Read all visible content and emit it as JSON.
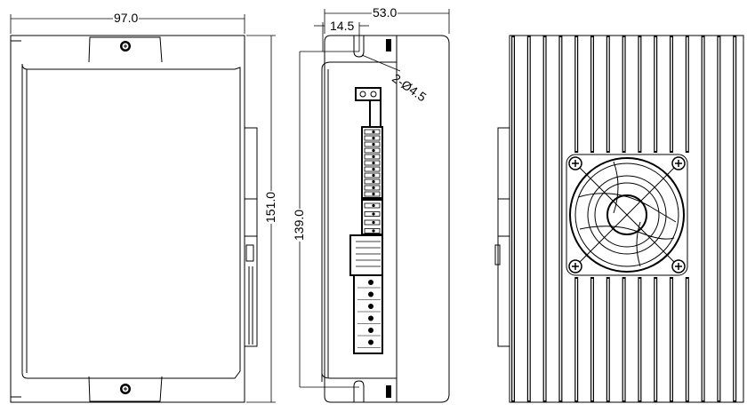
{
  "drawing": {
    "views": [
      "front-view",
      "side-view",
      "back-view"
    ],
    "dimensions": {
      "width": "97.0",
      "height": "151.0",
      "depth": "53.0",
      "hole_spacing_height": "139.0",
      "hole_offset": "14.5",
      "mounting_holes": "2-Ø4.5"
    },
    "line_color": "#000000",
    "background_color": "#ffffff"
  }
}
